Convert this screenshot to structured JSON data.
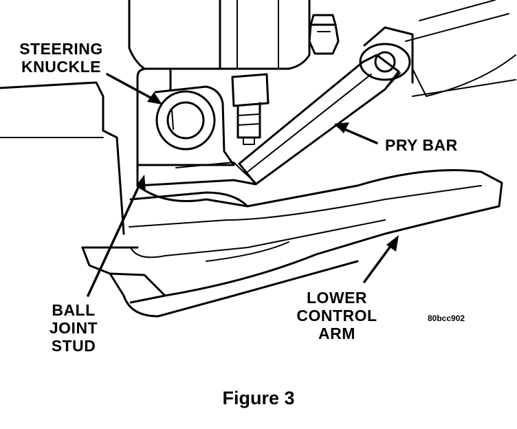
{
  "labels": {
    "steering_knuckle": [
      "STEERING",
      "KNUCKLE"
    ],
    "pry_bar": [
      "PRY BAR"
    ],
    "ball_joint_stud": [
      "BALL",
      "JOINT",
      "STUD"
    ],
    "lower_control_arm": [
      "LOWER",
      "CONTROL",
      "ARM"
    ]
  },
  "figure_code": "80bcc902",
  "caption": "Figure 3"
}
